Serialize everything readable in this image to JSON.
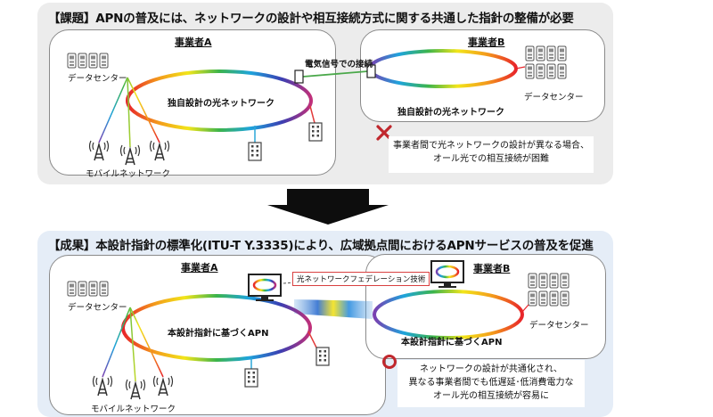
{
  "top": {
    "title": "【課題】APNの普及には、ネットワークの設計や相互接続方式に関する共通した指針の整備が必要",
    "operatorA": {
      "name": "事業者A",
      "datacenter": "データセンター",
      "network": "独自設計の光ネットワーク",
      "mobile": "モバイルネットワーク"
    },
    "operatorB": {
      "name": "事業者B",
      "datacenter": "データセンター",
      "network": "独自設計の光ネットワーク"
    },
    "link_label": "電気信号での接続",
    "note_line1": "事業者間で光ネットワークの設計が異なる場合、",
    "note_line2": "オール光での相互接続が困難",
    "note_mark": "cross-icon",
    "cross_color": "#c0272d"
  },
  "bottom": {
    "title": "【成果】本設計指針の標準化(ITU-T Y.3335)により、広域拠点間におけるAPNサービスの普及を促進",
    "operatorA": {
      "name": "事業者A",
      "datacenter": "データセンター",
      "network": "本設計指針に基づくAPN",
      "mobile": "モバイルネットワーク"
    },
    "operatorB": {
      "name": "事業者B",
      "datacenter": "データセンター",
      "network": "本設計指針に基づくAPN"
    },
    "federation_label": "光ネットワークフェデレーション技術",
    "note_line1": "ネットワークの設計が共通化され、",
    "note_line2": "異なる事業者間でも低遅延･低消費電力な",
    "note_line3": "オール光の相互接続が容易に",
    "note_mark": "circle-icon",
    "circle_color": "#c0272d"
  }
}
